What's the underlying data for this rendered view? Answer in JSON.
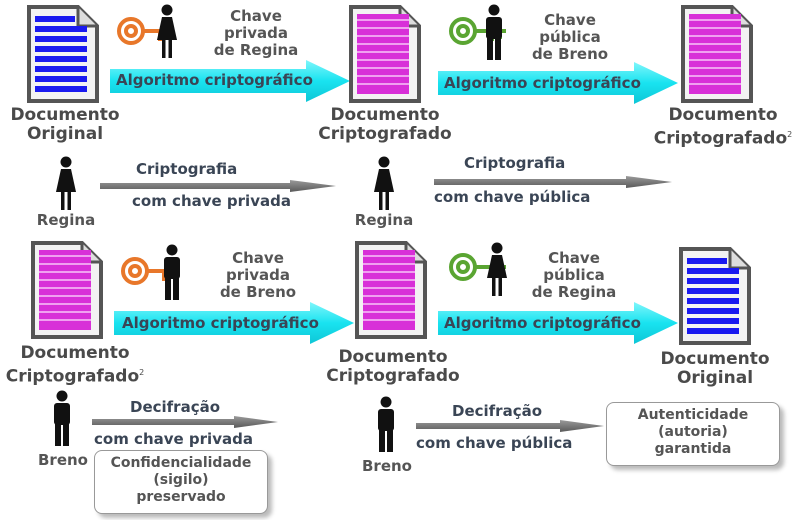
{
  "labels": {
    "doc_original": "Documento Original",
    "doc_original_line1": "Documento",
    "doc_original_line2": "Original",
    "doc_crypto_line1": "Documento",
    "doc_crypto_line2": "Criptografado",
    "sup2": "2",
    "algorithm": "Algoritmo criptográfico",
    "key_private_regina": [
      "Chave",
      "privada",
      "de Regina"
    ],
    "key_public_breno": [
      "Chave",
      "pública",
      "de Breno"
    ],
    "key_private_breno": [
      "Chave",
      "privada",
      "de Breno"
    ],
    "key_public_regina": [
      "Chave",
      "pública",
      "de Regina"
    ],
    "encrypt": "Criptografia",
    "with_private_key": "com chave privada",
    "with_public_key": "com chave pública",
    "decrypt": "Decifração",
    "regina": "Regina",
    "breno": "Breno",
    "confidentiality": [
      "Confidencialidade",
      "(sigilo)",
      "preservado"
    ],
    "authenticity": [
      "Autenticidade",
      "(autoria)",
      "garantida"
    ]
  },
  "colors": {
    "cyan_arrow": "#1ee6f0",
    "gray_arrow": "#7a7a7a",
    "private_key": "#e8772a",
    "public_key": "#5aa532",
    "doc_blue": "#1a1af0",
    "doc_magenta": "#d830d8",
    "person": "#111111"
  }
}
